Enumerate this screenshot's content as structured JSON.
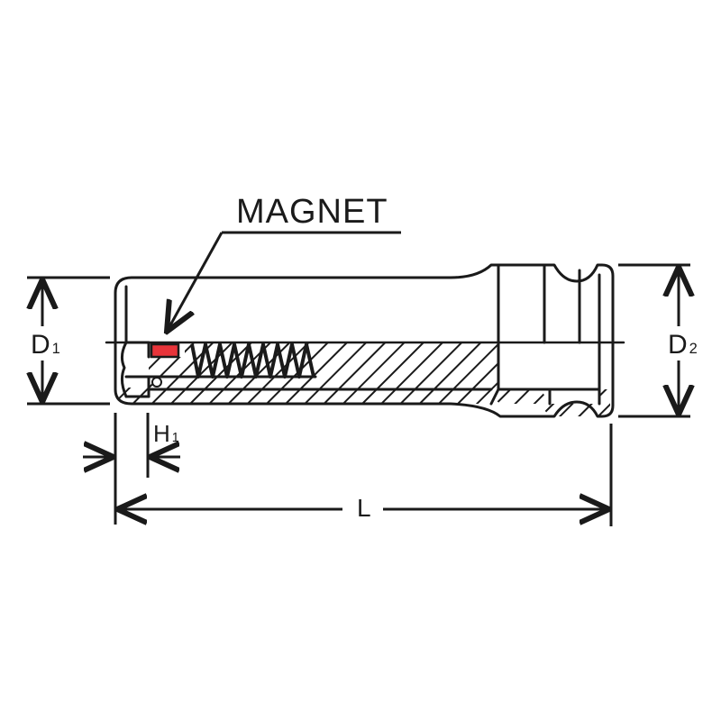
{
  "diagram": {
    "type": "technical-cross-section",
    "subject": "impact deep socket with magnet and spring",
    "colors": {
      "line": "#1a1a1a",
      "magnet": "#e8343a",
      "background": "#ffffff"
    },
    "callouts": {
      "magnet": "MAGNET"
    },
    "dimensions": {
      "d1": {
        "main": "D",
        "sub": "1"
      },
      "d2": {
        "main": "D",
        "sub": "2"
      },
      "h1": {
        "main": "H",
        "sub": "1"
      },
      "l": "L"
    }
  }
}
